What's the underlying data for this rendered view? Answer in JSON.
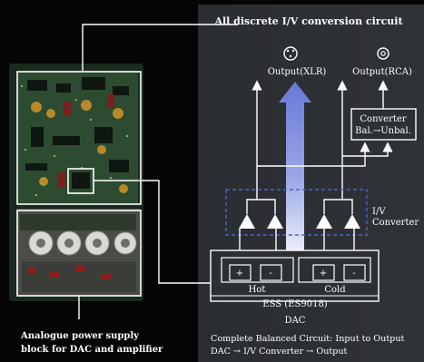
{
  "title": "All discrete I/V conversion circuit",
  "outputs": {
    "xlr": "Output(XLR)",
    "rca": "Output(RCA)"
  },
  "converter": {
    "line1": "Converter",
    "line2": "Bal.→Unbal."
  },
  "iv": {
    "line1": "I/V",
    "line2": "Converter"
  },
  "dac": {
    "plus_hot": "+",
    "minus_hot": "-",
    "plus_cold": "+",
    "minus_cold": "-",
    "hot": "Hot",
    "cold": "Cold",
    "chip": "ESS (ES9018)",
    "label": "DAC"
  },
  "captions": {
    "supply_line1": "Analogue power supply",
    "supply_line2": "block for DAC and amplifier",
    "balanced_line1": "Complete Balanced Circuit: Input to Output",
    "balanced_line2": "DAC → I/V Converter → Output"
  },
  "colors": {
    "panel": "#2c2f34",
    "line": "#ffffff",
    "dashed_box": "#4b63c8",
    "arrow_top": "#6f7fd6",
    "pcb": "#2d4d33"
  }
}
